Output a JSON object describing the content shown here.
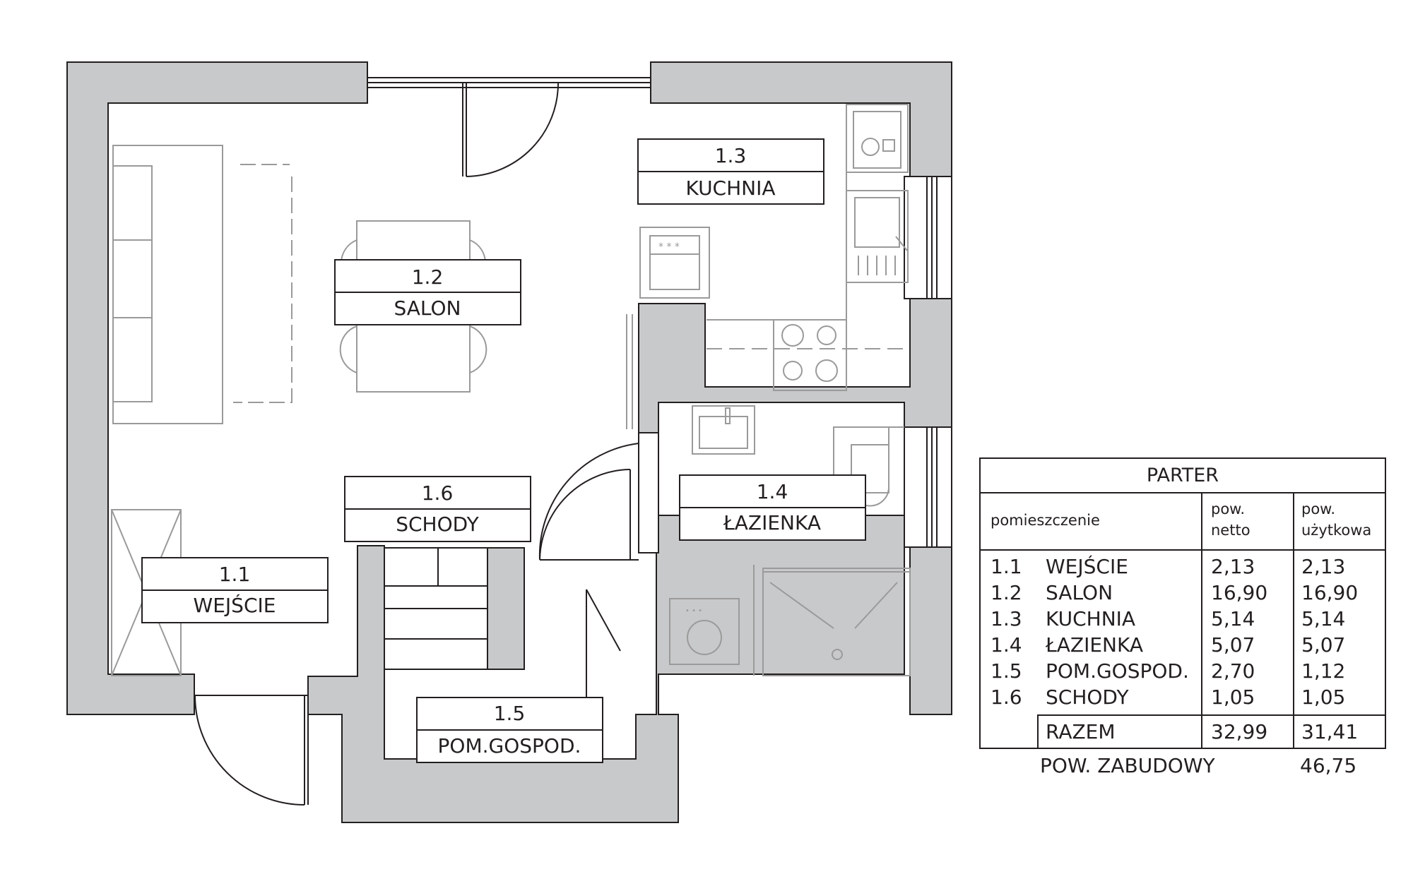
{
  "rooms": [
    {
      "number": "1.1",
      "name": "WEJŚCIE"
    },
    {
      "number": "1.2",
      "name": "SALON"
    },
    {
      "number": "1.3",
      "name": "KUCHNIA"
    },
    {
      "number": "1.4",
      "name": "ŁAZIENKA"
    },
    {
      "number": "1.5",
      "name": "POM.GOSPOD."
    },
    {
      "number": "1.6",
      "name": "SCHODY"
    }
  ],
  "table": {
    "title": "PARTER",
    "col_room": "pomieszczenie",
    "col_netto": "pow. netto",
    "col_uzytkowa": "pow. użytkowa",
    "rows": [
      {
        "number": "1.1",
        "name": "WEJŚCIE",
        "netto": "2,13",
        "uzytkowa": "2,13"
      },
      {
        "number": "1.2",
        "name": "SALON",
        "netto": "16,90",
        "uzytkowa": "16,90"
      },
      {
        "number": "1.3",
        "name": "KUCHNIA",
        "netto": "5,14",
        "uzytkowa": "5,14"
      },
      {
        "number": "1.4",
        "name": "ŁAZIENKA",
        "netto": "5,07",
        "uzytkowa": "5,07"
      },
      {
        "number": "1.5",
        "name": "POM.GOSPOD.",
        "netto": "2,70",
        "uzytkowa": "1,12"
      },
      {
        "number": "1.6",
        "name": "SCHODY",
        "netto": "1,05",
        "uzytkowa": "1,05"
      }
    ],
    "sum_label": "RAZEM",
    "sum_netto": "32,99",
    "sum_uzytkowa": "31,41"
  },
  "footer": {
    "label": "POW. ZABUDOWY",
    "value": "46,75"
  },
  "colors": {
    "wall": "#c8c9ca",
    "line": "#231f20",
    "furniture": "#9a9a9a"
  }
}
